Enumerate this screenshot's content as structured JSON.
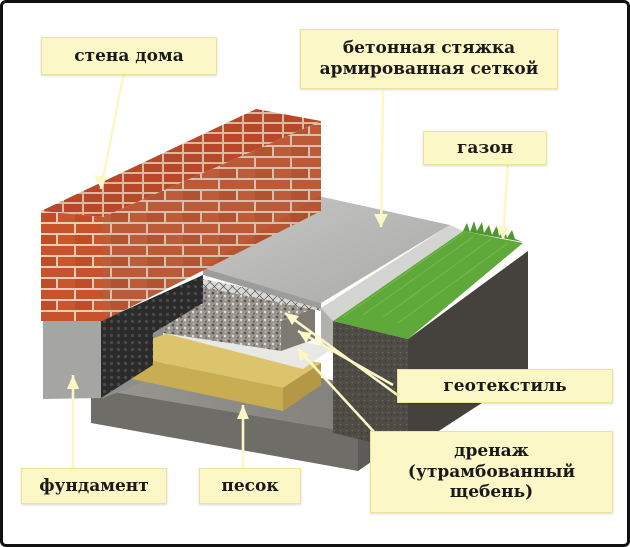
{
  "diagram": {
    "labels": {
      "wall": "стена дома",
      "screed_line1": "бетонная стяжка",
      "screed_line2": "армированная сеткой",
      "lawn": "газон",
      "geotextile": "геотекстиль",
      "drainage_line1": "дренаж",
      "drainage_line2": "(утрамбованный",
      "drainage_line3": "щебень)",
      "foundation": "фундамент",
      "sand": "песок"
    },
    "colors": {
      "label_background": "#fbf7c6",
      "leader_line": "#fbf7c6",
      "brick": "#c8532a",
      "mortar": "#e7cdb7",
      "concrete": "#b7b8b6",
      "grass": "#5fa83a",
      "soil": "#504c46",
      "sand": "#d8be65",
      "gravel": "#8a8782",
      "membrane": "#2d2d2d"
    }
  }
}
